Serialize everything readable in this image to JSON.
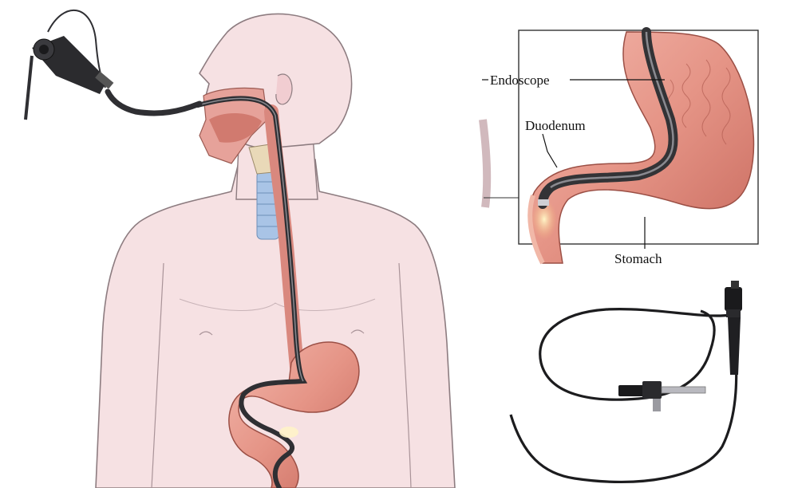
{
  "figure": {
    "inset_labels": {
      "endoscope": "Endoscope",
      "duodenum": "Duodenum",
      "stomach": "Stomach"
    }
  },
  "colors": {
    "skin": "#f6e1e3",
    "skin_outline": "#8d7c80",
    "tissue": "#d9887e",
    "tissue_dark": "#b0574d",
    "scope": "#2f2f33",
    "scope_highlight": "#8a8a90",
    "trachea": "#a9c4e6",
    "inset_border": "#333333"
  }
}
